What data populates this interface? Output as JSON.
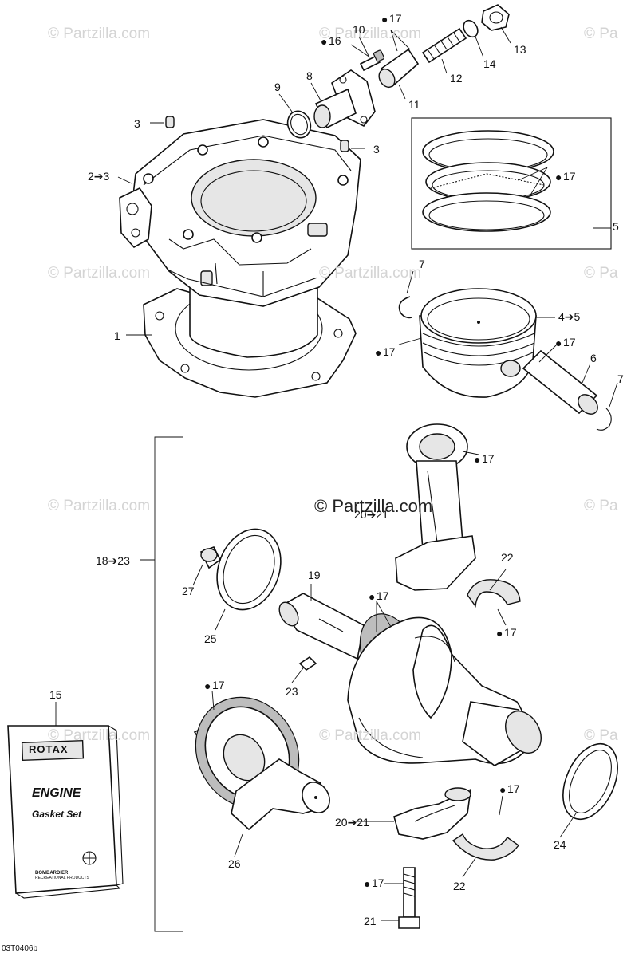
{
  "watermark": {
    "brand": "© Partzilla.com",
    "fragment": "© Pa",
    "center": "© Partzilla.com"
  },
  "diagram_code": "03T0406b",
  "gasket_box": {
    "brand": "ROTAX",
    "line1": "ENGINE",
    "line2": "Gasket Set",
    "maker": "BOMBARDIER",
    "maker_sub": "RECREATIONAL PRODUCTS"
  },
  "callouts": {
    "c1": "1",
    "c2_3": "2➔3",
    "c3a": "3",
    "c3b": "3",
    "c4_5": "4➔5",
    "c5": "5",
    "c6": "6",
    "c7a": "7",
    "c7b": "7",
    "c8": "8",
    "c9": "9",
    "c10": "10",
    "c11": "11",
    "c12": "12",
    "c13": "13",
    "c14": "14",
    "c15": "15",
    "c16": "16",
    "c17a": "17",
    "c17b": "17",
    "c17c": "17",
    "c17d": "17",
    "c17e": "17",
    "c17f": "17",
    "c17g": "17",
    "c17h": "17",
    "c17i": "17",
    "c17j": "17",
    "c18_23": "18➔23",
    "c19": "19",
    "c20_21a": "20➔21",
    "c20_21b": "20➔21",
    "c21": "21",
    "c22a": "22",
    "c22b": "22",
    "c23": "23",
    "c24": "24",
    "c25": "25",
    "c26": "26",
    "c27": "27"
  }
}
